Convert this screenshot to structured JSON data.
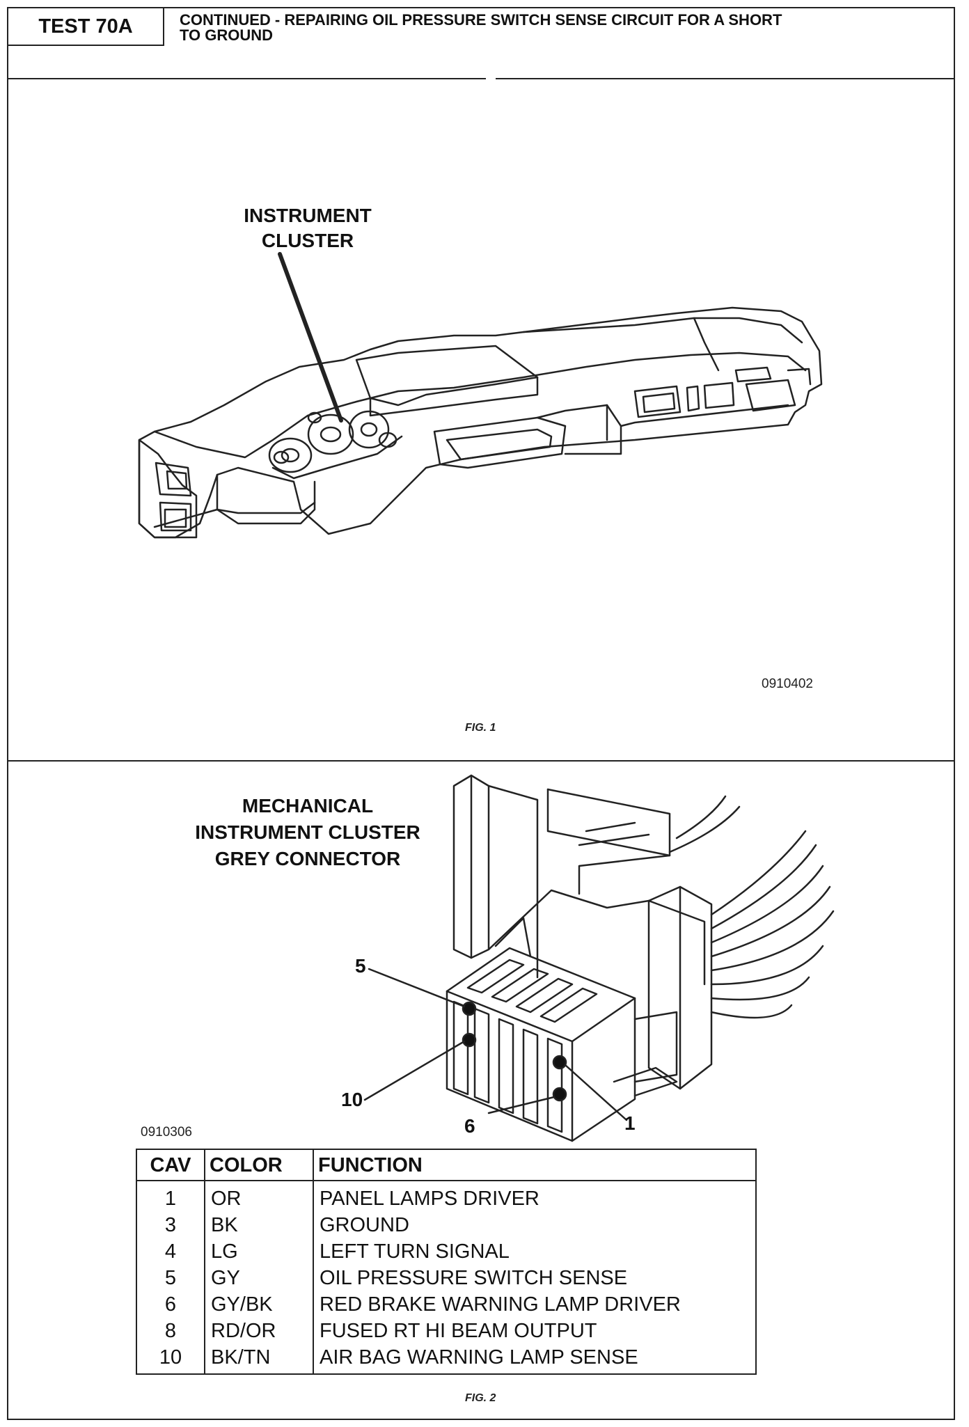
{
  "header": {
    "test_id": "TEST 70A",
    "title_line1": "CONTINUED - REPAIRING OIL PRESSURE SWITCH SENSE CIRCUIT FOR A SHORT",
    "title_line2": "TO GROUND"
  },
  "figure1": {
    "label_line1": "INSTRUMENT",
    "label_line2": "CLUSTER",
    "code": "0910402",
    "caption": "FIG. 1"
  },
  "figure2": {
    "label_line1": "MECHANICAL",
    "label_line2": "INSTRUMENT CLUSTER",
    "label_line3": "GREY CONNECTOR",
    "pins": {
      "p5": "5",
      "p10": "10",
      "p6": "6",
      "p1": "1"
    },
    "code": "0910306",
    "caption": "FIG. 2"
  },
  "table": {
    "headers": {
      "cav": "CAV",
      "color": "COLOR",
      "function": "FUNCTION"
    },
    "rows": [
      {
        "cav": "1",
        "color": "OR",
        "function": "PANEL LAMPS DRIVER"
      },
      {
        "cav": "3",
        "color": "BK",
        "function": "GROUND"
      },
      {
        "cav": "4",
        "color": "LG",
        "function": "LEFT TURN SIGNAL"
      },
      {
        "cav": "5",
        "color": "GY",
        "function": "OIL PRESSURE SWITCH SENSE"
      },
      {
        "cav": "6",
        "color": "GY/BK",
        "function": "RED BRAKE WARNING LAMP DRIVER"
      },
      {
        "cav": "8",
        "color": "RD/OR",
        "function": "FUSED RT HI BEAM OUTPUT"
      },
      {
        "cav": "10",
        "color": "BK/TN",
        "function": "AIR BAG WARNING LAMP SENSE"
      }
    ]
  }
}
